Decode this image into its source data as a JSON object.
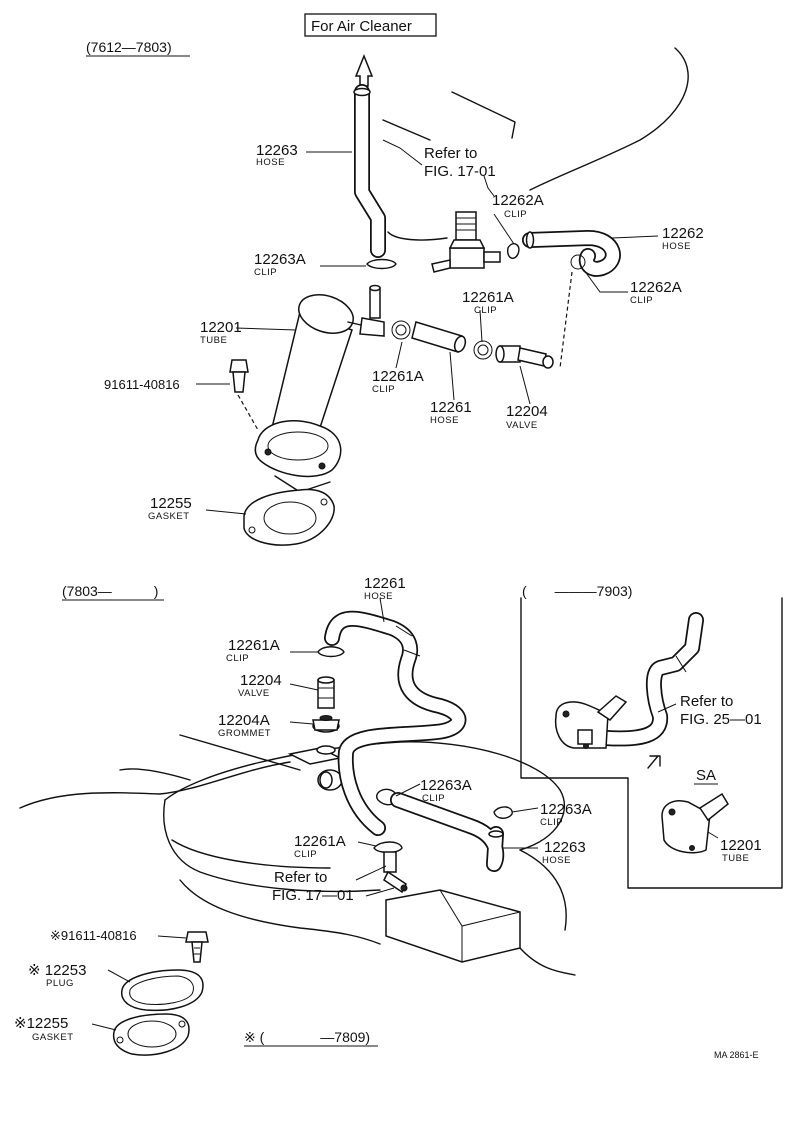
{
  "top_header": "(7612—7803)",
  "air_cleaner_label": "For Air Cleaner",
  "refer_top": {
    "line1": "Refer to",
    "line2": "FIG. 17-01"
  },
  "bottom_left_header": "(7803—   )",
  "inset_header": "(  ———7903)",
  "refer_inset": {
    "line1": "Refer to",
    "line2": "FIG. 25—01"
  },
  "refer_bottom": {
    "line1": "Refer to",
    "line2": "FIG. 17—01"
  },
  "sa_label": "SA",
  "footnote": "※ (    —7809)",
  "figure_code": "MA 2861-E",
  "top_parts": [
    {
      "number": "12263",
      "name": "HOSE"
    },
    {
      "number": "12262A",
      "name": "CLIP"
    },
    {
      "number": "12262",
      "name": "HOSE"
    },
    {
      "number": "12263A",
      "name": "CLIP"
    },
    {
      "number": "12262A",
      "name": "CLIP"
    },
    {
      "number": "12261A",
      "name": "CLIP"
    },
    {
      "number": "12201",
      "name": "TUBE"
    },
    {
      "number": "12261A",
      "name": "CLIP"
    },
    {
      "number": "91611-40816",
      "name": ""
    },
    {
      "number": "12261",
      "name": "HOSE"
    },
    {
      "number": "12204",
      "name": "VALVE"
    },
    {
      "number": "12255",
      "name": "GASKET"
    }
  ],
  "bottom_parts": [
    {
      "number": "12261",
      "name": "HOSE"
    },
    {
      "number": "12261A",
      "name": "CLIP"
    },
    {
      "number": "12204",
      "name": "VALVE"
    },
    {
      "number": "12204A",
      "name": "GROMMET"
    },
    {
      "number": "12263A",
      "name": "CLIP"
    },
    {
      "number": "12263A",
      "name": "CLIP"
    },
    {
      "number": "12261A",
      "name": "CLIP"
    },
    {
      "number": "12263",
      "name": "HOSE"
    },
    {
      "number": "12201",
      "name": "TUBE"
    },
    {
      "number": "※91611-40816",
      "name": ""
    },
    {
      "number": "※ 12253",
      "name": "PLUG"
    },
    {
      "number": "※12255",
      "name": "GASKET"
    }
  ]
}
